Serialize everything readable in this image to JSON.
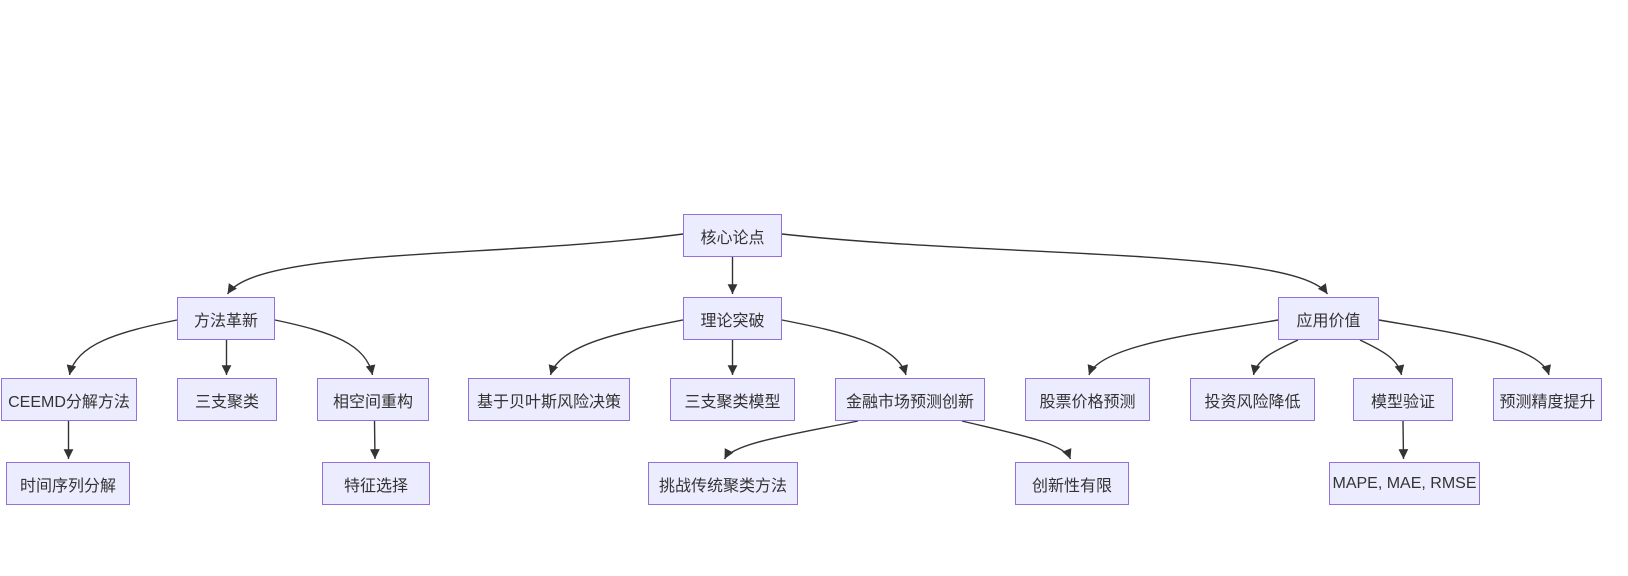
{
  "diagram": {
    "type": "flowchart",
    "colors": {
      "node_fill": "#ECECFF",
      "node_border": "#9370DB",
      "edge": "#333333",
      "text": "#333333",
      "background": "#ffffff"
    },
    "nodes": [
      {
        "id": "core",
        "label": "核心论点"
      },
      {
        "id": "method",
        "label": "方法革新"
      },
      {
        "id": "theory",
        "label": "理论突破"
      },
      {
        "id": "application",
        "label": "应用价值"
      },
      {
        "id": "ceemd",
        "label": "CEEMD分解方法"
      },
      {
        "id": "threeway",
        "label": "三支聚类"
      },
      {
        "id": "phase",
        "label": "相空间重构"
      },
      {
        "id": "bayes",
        "label": "基于贝叶斯风险决策"
      },
      {
        "id": "threeway_model",
        "label": "三支聚类模型"
      },
      {
        "id": "finance",
        "label": "金融市场预测创新"
      },
      {
        "id": "stock",
        "label": "股票价格预测"
      },
      {
        "id": "risk",
        "label": "投资风险降低"
      },
      {
        "id": "validation",
        "label": "模型验证"
      },
      {
        "id": "accuracy",
        "label": "预测精度提升"
      },
      {
        "id": "tsd",
        "label": "时间序列分解"
      },
      {
        "id": "feature",
        "label": "特征选择"
      },
      {
        "id": "challenge",
        "label": "挑战传统聚类方法"
      },
      {
        "id": "limited",
        "label": "创新性有限"
      },
      {
        "id": "metrics",
        "label": "MAPE, MAE, RMSE"
      }
    ],
    "edges": [
      {
        "from": "core",
        "to": "method"
      },
      {
        "from": "core",
        "to": "theory"
      },
      {
        "from": "core",
        "to": "application"
      },
      {
        "from": "method",
        "to": "ceemd"
      },
      {
        "from": "method",
        "to": "threeway"
      },
      {
        "from": "method",
        "to": "phase"
      },
      {
        "from": "theory",
        "to": "bayes"
      },
      {
        "from": "theory",
        "to": "threeway_model"
      },
      {
        "from": "theory",
        "to": "finance"
      },
      {
        "from": "application",
        "to": "stock"
      },
      {
        "from": "application",
        "to": "risk"
      },
      {
        "from": "application",
        "to": "validation"
      },
      {
        "from": "application",
        "to": "accuracy"
      },
      {
        "from": "ceemd",
        "to": "tsd"
      },
      {
        "from": "phase",
        "to": "feature"
      },
      {
        "from": "finance",
        "to": "challenge"
      },
      {
        "from": "finance",
        "to": "limited"
      },
      {
        "from": "validation",
        "to": "metrics"
      }
    ]
  }
}
